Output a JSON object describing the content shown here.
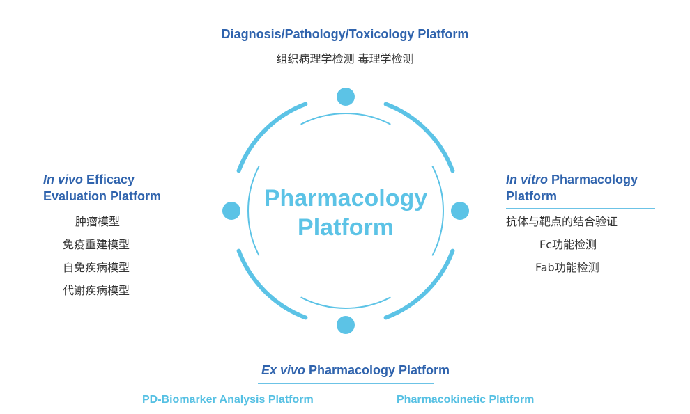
{
  "center": {
    "line1": "Pharmacology",
    "line2": "Platform"
  },
  "top": {
    "title": "Diagnosis/Pathology/Toxicology Platform",
    "subtitle": "组织病理学检测  毒理学检测"
  },
  "left": {
    "title_italic": "In vivo",
    "title_rest": " Efficacy",
    "title_line2": "Evaluation Platform",
    "items": [
      "肿瘤模型",
      "免疫重建模型",
      "自免疾病模型",
      "代谢疾病模型"
    ]
  },
  "right": {
    "title_italic": "In vitro",
    "title_rest": " Pharmacology",
    "title_line2": "Platform",
    "items": [
      "抗体与靶点的结合验证",
      "Fc功能检测",
      "Fab功能检测"
    ]
  },
  "bottom": {
    "title_italic": "Ex vivo",
    "title_rest": " Pharmacology Platform",
    "sub_left": "PD-Biomarker Analysis Platform",
    "sub_right": "Pharmacokinetic Platform"
  },
  "colors": {
    "dark_blue": "#2f63ad",
    "light_blue": "#5cc3e6"
  }
}
